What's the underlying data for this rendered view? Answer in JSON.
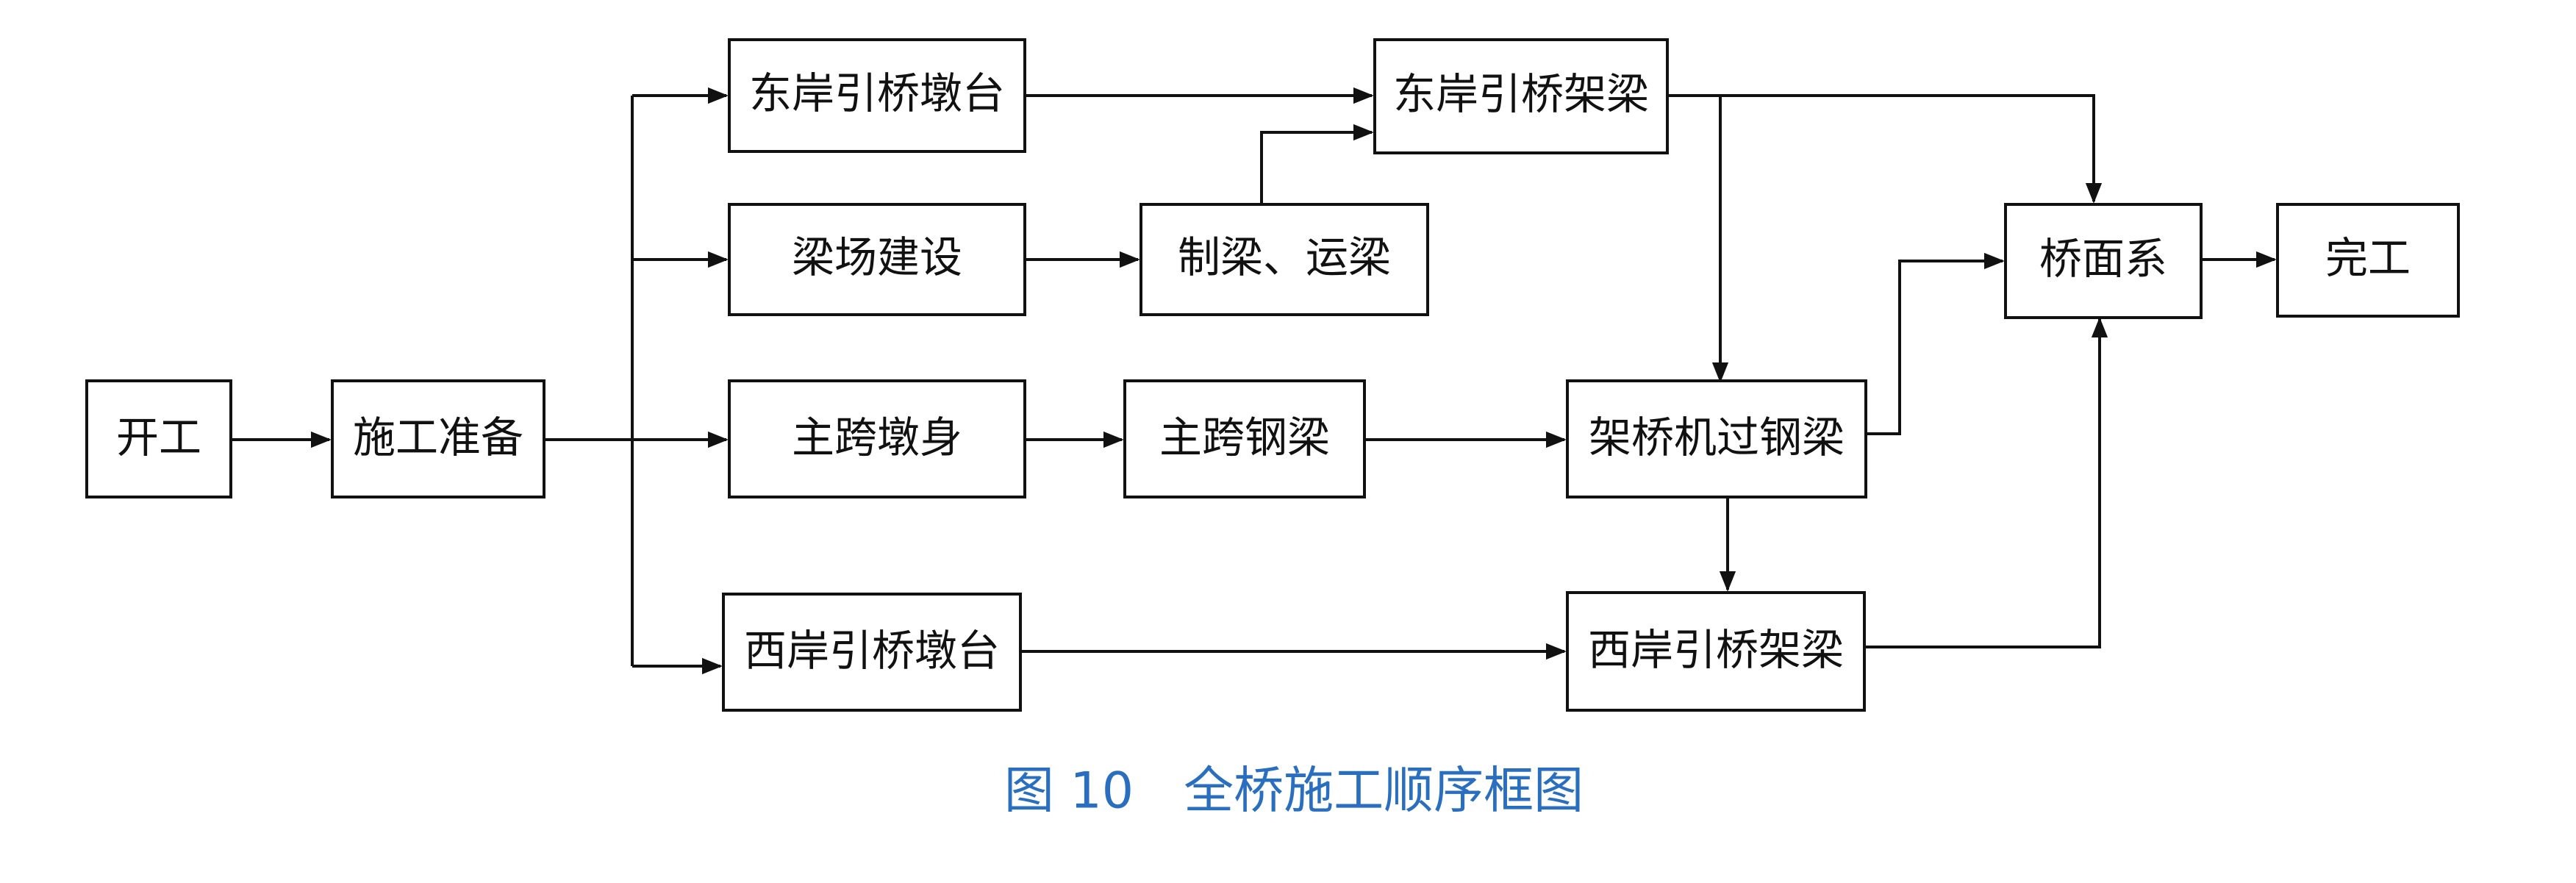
{
  "nodes": {
    "start": "开工",
    "prep": "施工准备",
    "east_pier": "东岸引桥墩台",
    "beam_yard": "梁场建设",
    "main_pier": "主跨墩身",
    "west_pier": "西岸引桥墩台",
    "make_beam": "制梁、运梁",
    "main_steel": "主跨钢梁",
    "east_erect": "东岸引桥架梁",
    "machine_pass": "架桥机过钢梁",
    "west_erect": "西岸引桥架梁",
    "deck": "桥面系",
    "done": "完工"
  },
  "caption": "图 10　全桥施工顺序框图",
  "colors": {
    "line": "#111111",
    "caption": "#2a6fbf"
  }
}
